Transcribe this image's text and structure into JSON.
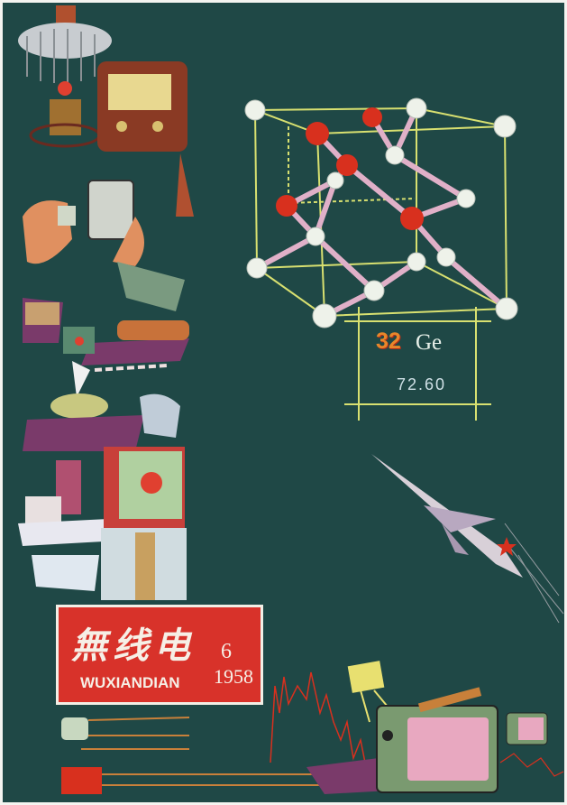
{
  "masthead": {
    "title_chinese": "無线电",
    "title_pinyin": "WUXIANDIAN",
    "issue_number": "6",
    "year": "1958"
  },
  "element_card": {
    "atomic_number": "32",
    "symbol": "Ge",
    "atomic_mass": "72.60"
  },
  "colors": {
    "background": "#1f4846",
    "masthead_red": "#d8322a",
    "lattice_yellow": "#d8e070",
    "atom_red": "#d8301e"
  }
}
